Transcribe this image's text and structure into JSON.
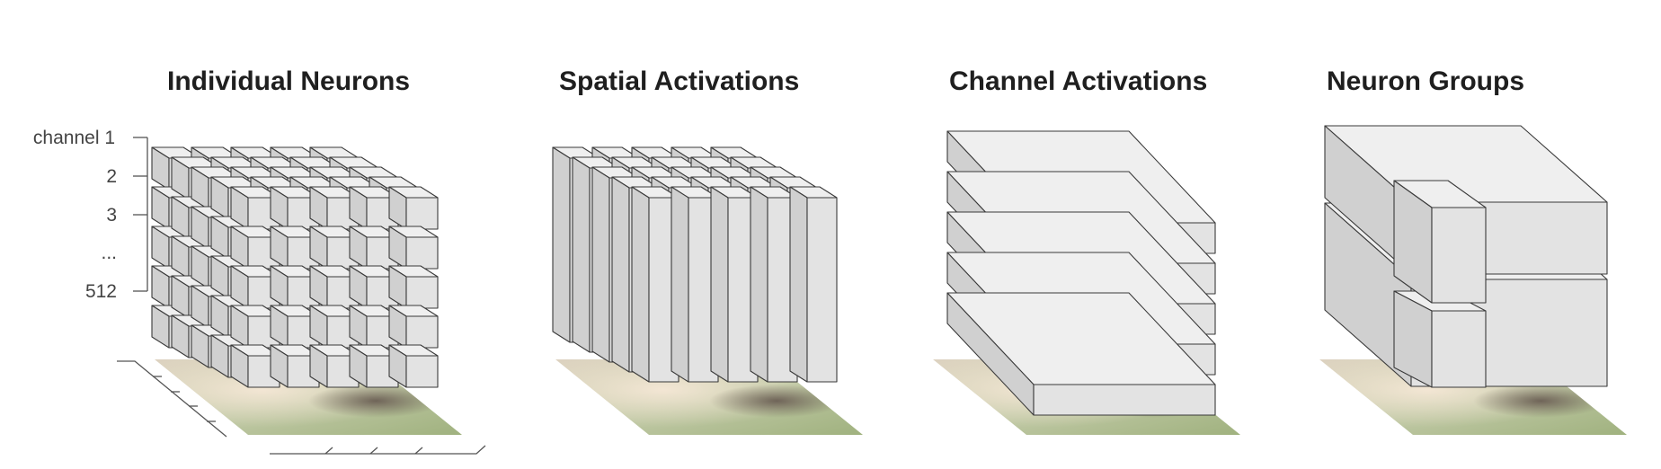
{
  "titles": {
    "individual": "Individual Neurons",
    "spatial": "Spatial Activations",
    "channel": "Channel Activations",
    "groups": "Neuron Groups"
  },
  "channel_labels": [
    "channel 1",
    "2",
    "3",
    "...",
    "512"
  ],
  "colors": {
    "face_top": "#efefef",
    "face_front": "#e3e3e3",
    "face_side": "#d0d0d0",
    "edge": "#3a3a3a",
    "image_dog": "#e6d2b6",
    "image_grass": "#9db07a",
    "image_fur": "#8a7a6a"
  },
  "grid": {
    "columns": 5,
    "rows": 5,
    "layers": 5
  }
}
